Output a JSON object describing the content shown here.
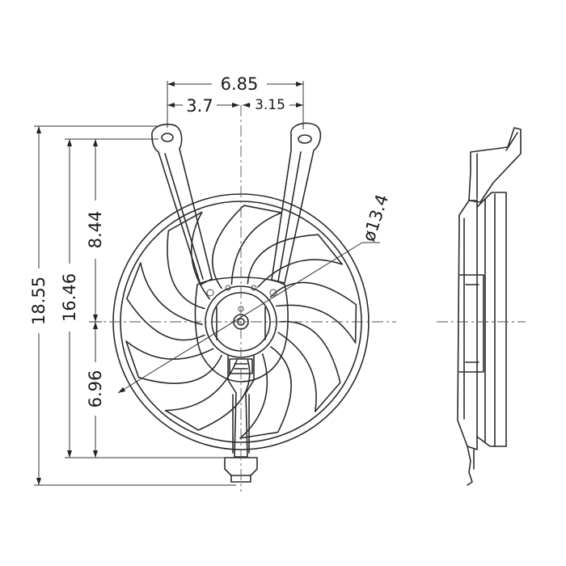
{
  "dimensions": {
    "top_width": "6.85",
    "left_offset": "3.7",
    "right_offset": "3.15",
    "diameter": "ø13.4",
    "overall_height": "18.55",
    "mount_height": "16.46",
    "upper_height": "8.44",
    "lower_height": "6.96"
  }
}
